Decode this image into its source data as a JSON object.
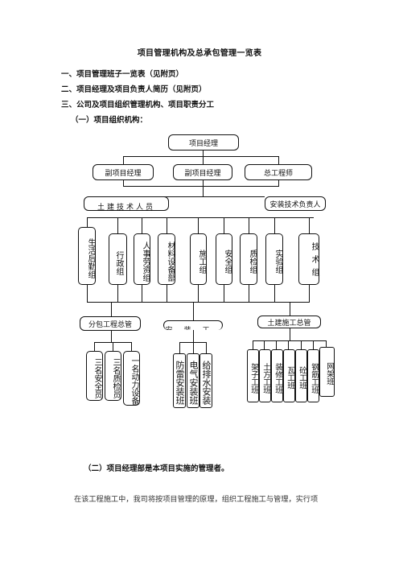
{
  "doc": {
    "title": "项目管理机构及总承包管理一览表",
    "headings": [
      "一、项目管理班子一览表（见附页）",
      "二、项目经理及项目负责人简历（见附页）",
      "三、公司及项目组织管理机构、项目职责分工",
      "（一）项目组织机构："
    ],
    "section2_heading": "（二）项目经理部是本项目实施的管理者。",
    "paragraph": "在该工程施工中，我司将按项目管理的原理，组织工程施工与管理，实行项"
  },
  "org_chart": {
    "root": "项目经理",
    "level2": [
      "副项目经理",
      "副项目经理",
      "总工程师"
    ],
    "level3": [
      "土建技术人员",
      "安装技术负责人"
    ],
    "groups": [
      "生活后勤组",
      "行政组",
      "人事劳资组",
      "材料设备部",
      "施工组",
      "安全组",
      "质检组",
      "实验组",
      "技术组"
    ],
    "managers": [
      "分包工程总管",
      "安装工",
      "土建施工总管"
    ],
    "left_staff": [
      "三名安全员",
      "三名质检员",
      "一名动力设备"
    ],
    "install_teams": [
      "防雷安装班",
      "电气安装班",
      "给排水安装"
    ],
    "civil_teams": [
      "架子工班",
      "土方工班",
      "装修工班",
      "瓦工班",
      "砼工班",
      "钢筋工班",
      "网架班"
    ]
  }
}
